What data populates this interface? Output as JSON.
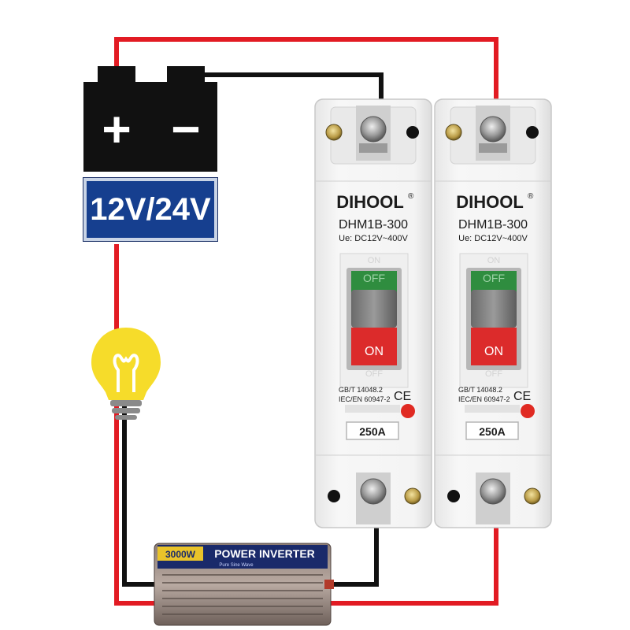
{
  "battery": {
    "voltage_label": "12V/24V",
    "plus_symbol": "+",
    "minus_symbol": "−"
  },
  "breakers": [
    {
      "brand": "DIHOOL",
      "registered": "®",
      "model": "DHM1B-300",
      "voltage_rating": "Ue: DC12V~400V",
      "switch_on_top": "ON",
      "switch_off": "OFF",
      "switch_on": "ON",
      "switch_off_bottom": "OFF",
      "standard_1": "GB/T 14048.2",
      "standard_2": "IEC/EN 60947-2",
      "ce_mark": "CE",
      "current_rating": "250A"
    },
    {
      "brand": "DIHOOL",
      "registered": "®",
      "model": "DHM1B-300",
      "voltage_rating": "Ue: DC12V~400V",
      "switch_on_top": "ON",
      "switch_off": "OFF",
      "switch_on": "ON",
      "switch_off_bottom": "OFF",
      "standard_1": "GB/T 14048.2",
      "standard_2": "IEC/EN 60947-2",
      "ce_mark": "CE",
      "current_rating": "250A"
    }
  ],
  "inverter": {
    "wattage": "3000W",
    "title": "POWER INVERTER",
    "subtitle": "Pure Sine Wave"
  },
  "colors": {
    "positive_wire": "#e21b23",
    "negative_wire": "#111111",
    "voltage_badge": "#163f8f",
    "breaker_body": "#f4f4f4",
    "switch_off_green": "#2f8d3f",
    "switch_on_red": "#dc2b2b",
    "bulb_yellow": "#f6dc2a"
  }
}
